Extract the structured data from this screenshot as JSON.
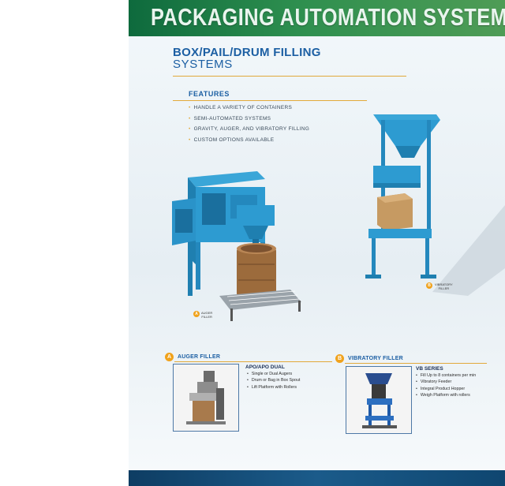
{
  "banner": {
    "title": "PACKAGING AUTOMATION SYSTEMS"
  },
  "section": {
    "title": "BOX/PAIL/DRUM FILLING",
    "subtitle": "SYSTEMS"
  },
  "features": {
    "title": "FEATURES",
    "items": [
      "HANDLE A VARIETY OF CONTAINERS",
      "SEMI-AUTOMATED SYSTEMS",
      "GRAVITY, AUGER, AND VIBRATORY FILLING",
      "CUSTOM OPTIONS AVAILABLE"
    ]
  },
  "illustrations": {
    "auger": {
      "marker": "A",
      "label": "AUGER\nFILLER"
    },
    "vibratory": {
      "marker": "B",
      "label": "VIBRATORY\nFILLER"
    }
  },
  "products": {
    "auger": {
      "badge": "A",
      "heading": "AUGER FILLER",
      "model": "APO/APO DUAL",
      "specs": [
        "Single or Dual Augers",
        "Drum or Bag in Box Spout",
        "Lift Platform with Rollers"
      ]
    },
    "vibratory": {
      "badge": "B",
      "heading": "VIBRATORY FILLER",
      "model": "VB SERIES",
      "specs": [
        "Fill Up to 8 containers per min",
        "Vibratory Feeder",
        "Integral Product Hopper",
        "Weigh Platform with rollers"
      ]
    }
  },
  "colors": {
    "banner_green": "#2e8f4f",
    "heading_blue": "#1c5fa3",
    "accent_orange": "#f0a21c",
    "machine_blue": "#2d9bd1",
    "footer_blue": "#1b5b8a"
  }
}
